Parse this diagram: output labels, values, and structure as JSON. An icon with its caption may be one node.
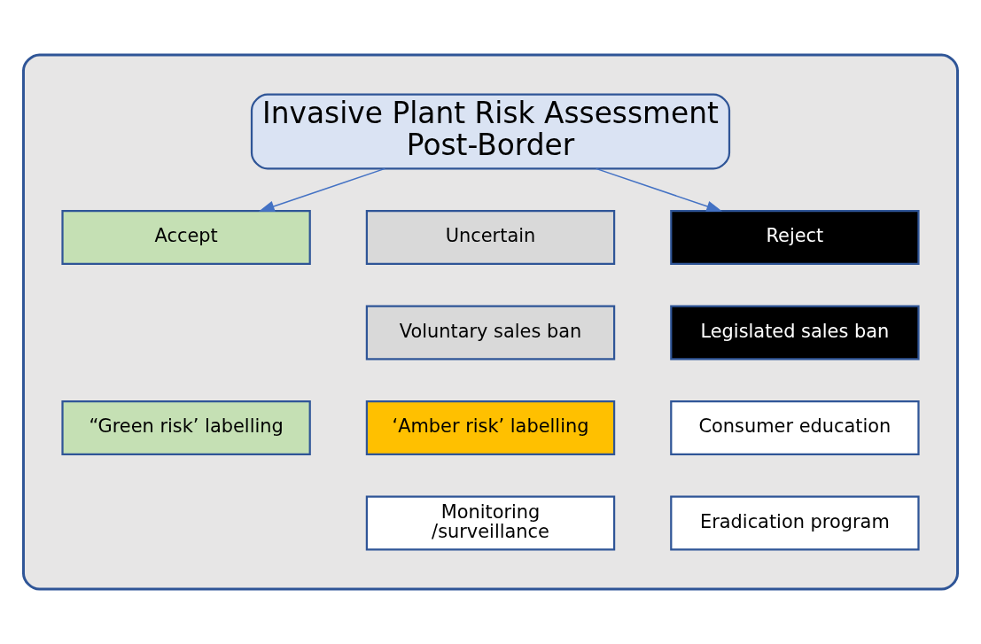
{
  "diagram": {
    "nodes": [
      {
        "text": [],
        "shape": "box"
      },
      {
        "text": [
          "Invasive Plant Risk Assessment Post-Border"
        ],
        "in": 0
      },
      {
        "text": [
          "Accept"
        ],
        "in": 0
      },
      {
        "text": [
          "Uncertain"
        ],
        "in": 0
      },
      {
        "text": [
          "Reject"
        ],
        "in": 0
      },
      {
        "text": [
          "Voluntary sales ban"
        ],
        "in": 0
      },
      {
        "text": [
          "Legislated sales ban"
        ],
        "in": 0
      },
      {
        "text": [
          "“Green risk’ labelling"
        ],
        "in": 0
      },
      {
        "text": [
          "‘Amber risk’ labelling"
        ],
        "in": 0
      },
      {
        "text": [
          "Consumer education"
        ],
        "in": 0
      },
      {
        "text": [
          "Monitoring /surveillance"
        ],
        "in": 0
      },
      {
        "text": [
          "Eradication program"
        ],
        "in": 0
      }
    ],
    "edges": [
      {
        "from": 1,
        "to": 2,
        "arrow": "to"
      },
      {
        "from": 1,
        "to": 4,
        "arrow": "to"
      }
    ]
  }
}
